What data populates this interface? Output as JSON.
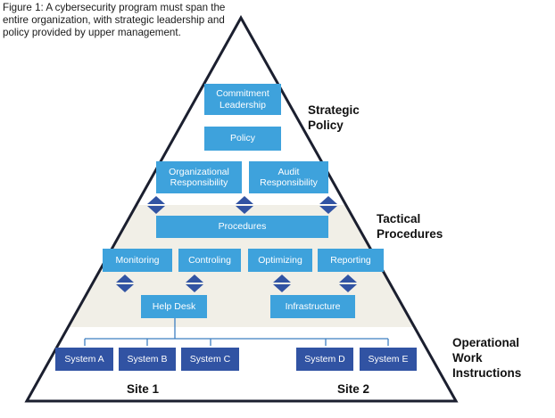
{
  "caption": "Figure 1: A cybersecurity program must span the entire organization, with strategic leadership and policy provided by upper management.",
  "colors": {
    "light_box": "#3ea2dc",
    "dark_box": "#3153a3",
    "arrow": "#3153a3",
    "tactical_band": "#f1efe7",
    "triangle_outline": "#1b1f2f",
    "connector": "#3e7fc1"
  },
  "tiers": {
    "strategic": "Strategic\nPolicy",
    "tactical": "Tactical\nProcedures",
    "operational": "Operational\nWork\nInstructions"
  },
  "boxes": {
    "commitment": "Commitment\nLeadership",
    "policy": "Policy",
    "org_resp": "Organizational\nResponsibility",
    "audit_resp": "Audit\nResponsibility",
    "procedures": "Procedures",
    "monitoring": "Monitoring",
    "controling": "Controling",
    "optimizing": "Optimizing",
    "reporting": "Reporting",
    "help_desk": "Help Desk",
    "infrastructure": "Infrastructure"
  },
  "systems": [
    "System A",
    "System B",
    "System C",
    "System D",
    "System E"
  ],
  "sites": [
    "Site 1",
    "Site 2"
  ]
}
